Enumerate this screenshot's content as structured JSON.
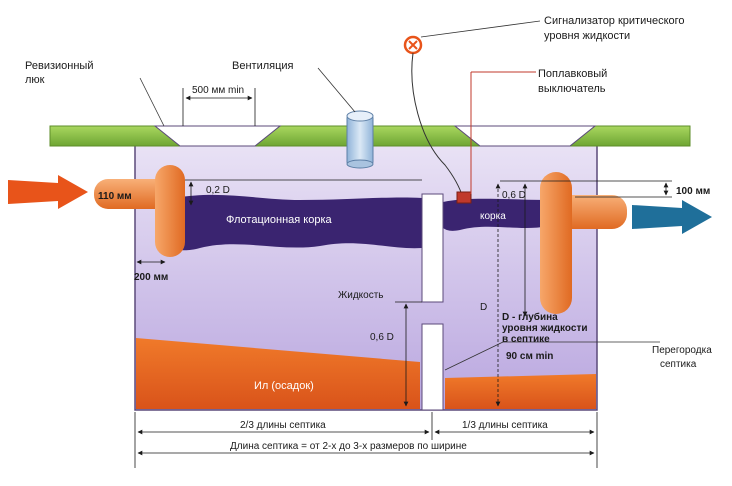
{
  "labels": {
    "inspection_hatch": [
      "Ревизионный",
      "люк"
    ],
    "ventilation": "Вентиляция",
    "alarm": [
      "Сигнализатор критического",
      "уровня жидкости"
    ],
    "float_switch": [
      "Поплавковый",
      "выключатель"
    ],
    "partition": [
      "Перегородка",
      "септика"
    ]
  },
  "dimensions": {
    "hatch_width": "500 мм min",
    "inlet_pipe": "110 мм",
    "inlet_depth": "0,2 D",
    "inlet_gap": "200 мм",
    "outlet_depth": "0,6 D",
    "outlet_offset": "100 мм",
    "lower_height": "0,6 D",
    "depth_marker": "D",
    "depth_note": [
      "D - глубина",
      "уровня жидкости",
      "в септике"
    ],
    "min_depth": "90 см min",
    "length_two_thirds": "2/3 длины септика",
    "length_one_third": "1/3 длины септика",
    "total_length": "Длина септика = от 2-х до 3-х размеров по ширине"
  },
  "zones": {
    "crust_main": "Флотационная корка",
    "crust_small": "корка",
    "liquid": "Жидкость",
    "sludge": "Ил (осадок)"
  },
  "colors": {
    "ground": "#8cc63f",
    "tank_fill": "#c9b8e6",
    "crust": "#3a2470",
    "pipe": "#f08030",
    "sludge": "#e86a1e",
    "inlet_arrow": "#e8541a",
    "outlet_arrow": "#1f6f9a",
    "alarm_marker": "#e8541a",
    "float_box": "#c0392b"
  }
}
